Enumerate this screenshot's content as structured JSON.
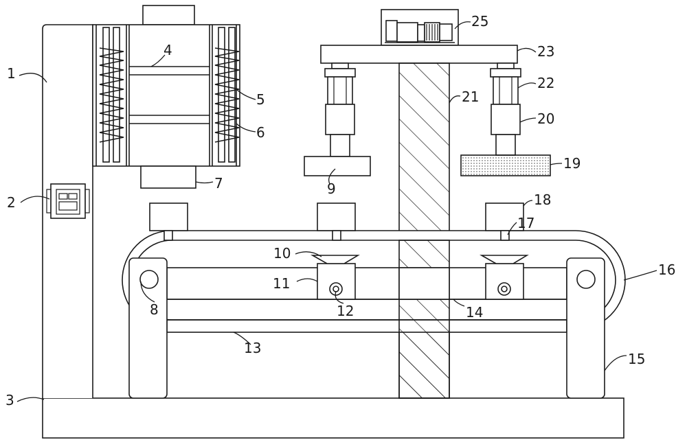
{
  "labels": {
    "l1": "1",
    "l2": "2",
    "l3": "3",
    "l4": "4",
    "l5": "5",
    "l6": "6",
    "l7": "7",
    "l8": "8",
    "l9": "9",
    "l10": "10",
    "l11": "11",
    "l12": "12",
    "l13": "13",
    "l14": "14",
    "l15": "15",
    "l16": "16",
    "l17": "17",
    "l18": "18",
    "l19": "19",
    "l20": "20",
    "l21": "21",
    "l22": "22",
    "l23": "23",
    "l25": "25"
  }
}
